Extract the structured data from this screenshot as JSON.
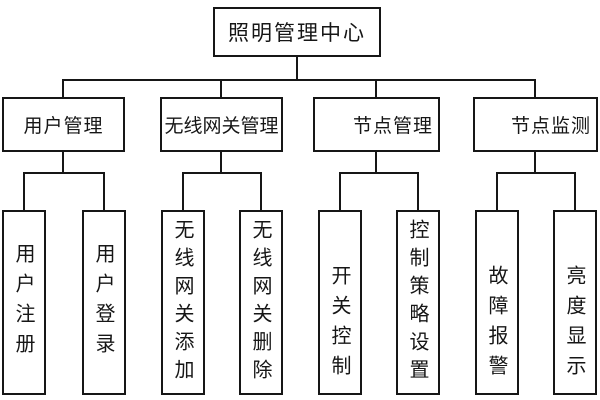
{
  "diagram": {
    "type": "tree",
    "root": {
      "label": "照明管理中心"
    },
    "branches": [
      {
        "label": "用户管理",
        "children": [
          {
            "label": "用户注册"
          },
          {
            "label": "用户登录"
          }
        ]
      },
      {
        "label": "无线网关管理",
        "children": [
          {
            "label": "无线网关添加"
          },
          {
            "label": "无线网关删除"
          }
        ]
      },
      {
        "label": "节点管理",
        "children": [
          {
            "label": "开关控制"
          },
          {
            "label": "控制策略设置"
          }
        ]
      },
      {
        "label": "节点监测",
        "children": [
          {
            "label": "故障报警"
          },
          {
            "label": "亮度显示"
          }
        ]
      }
    ],
    "colors": {
      "line": "#161616",
      "box_border": "#161616",
      "background": "#ffffff"
    }
  }
}
